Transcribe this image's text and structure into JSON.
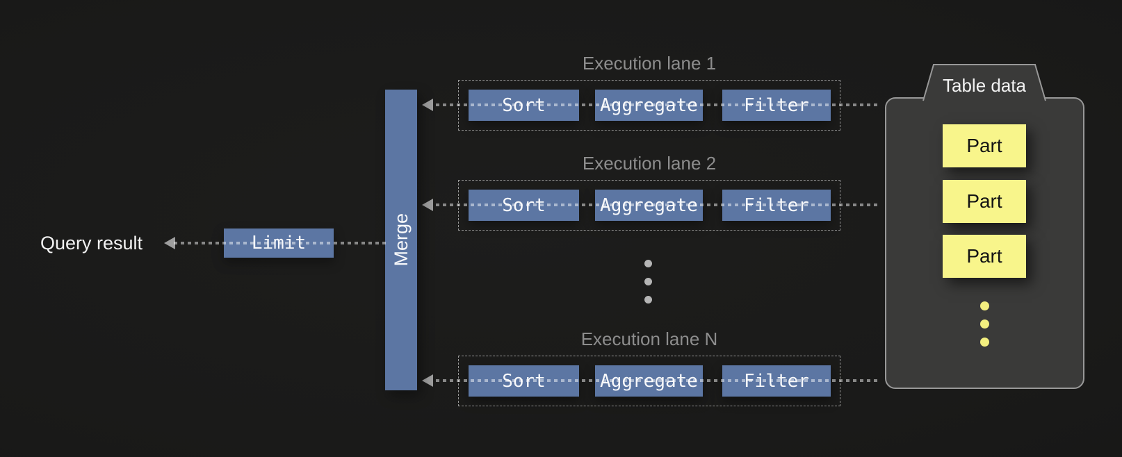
{
  "colors": {
    "box_blue": "#5c76a3",
    "box_text": "#f7f8fa",
    "query_text": "#f2f2f2",
    "lane_label": "#8d8d8d",
    "lane_border": "rgba(255,255,255,0.55)",
    "dot_line": "rgba(255,255,255,0.48)",
    "arrow_gray": "#9e9e9e",
    "container_fill": "#3a3a39",
    "container_border": "#989898",
    "part_yellow": "#f8f58b",
    "part_text": "#141414",
    "dot_gray": "#b5b5b5",
    "dot_yellow": "#f3ef7f"
  },
  "output": {
    "label": "Query result"
  },
  "limit": {
    "label": "Limit"
  },
  "merge": {
    "label": "Merge"
  },
  "lanes": [
    {
      "label": "Execution lane 1",
      "operators": [
        "Sort",
        "Aggregate",
        "Filter"
      ]
    },
    {
      "label": "Execution lane 2",
      "operators": [
        "Sort",
        "Aggregate",
        "Filter"
      ]
    },
    {
      "label": "Execution lane N",
      "operators": [
        "Sort",
        "Aggregate",
        "Filter"
      ]
    }
  ],
  "lane_ellipsis_dot_count": 3,
  "table": {
    "label": "Table data",
    "parts": [
      "Part",
      "Part",
      "Part"
    ],
    "ellipsis_dot_count": 3
  },
  "icons": {
    "arrowheads": "left-pointing-triangle",
    "flow_lines": "dotted-arrow-left"
  }
}
